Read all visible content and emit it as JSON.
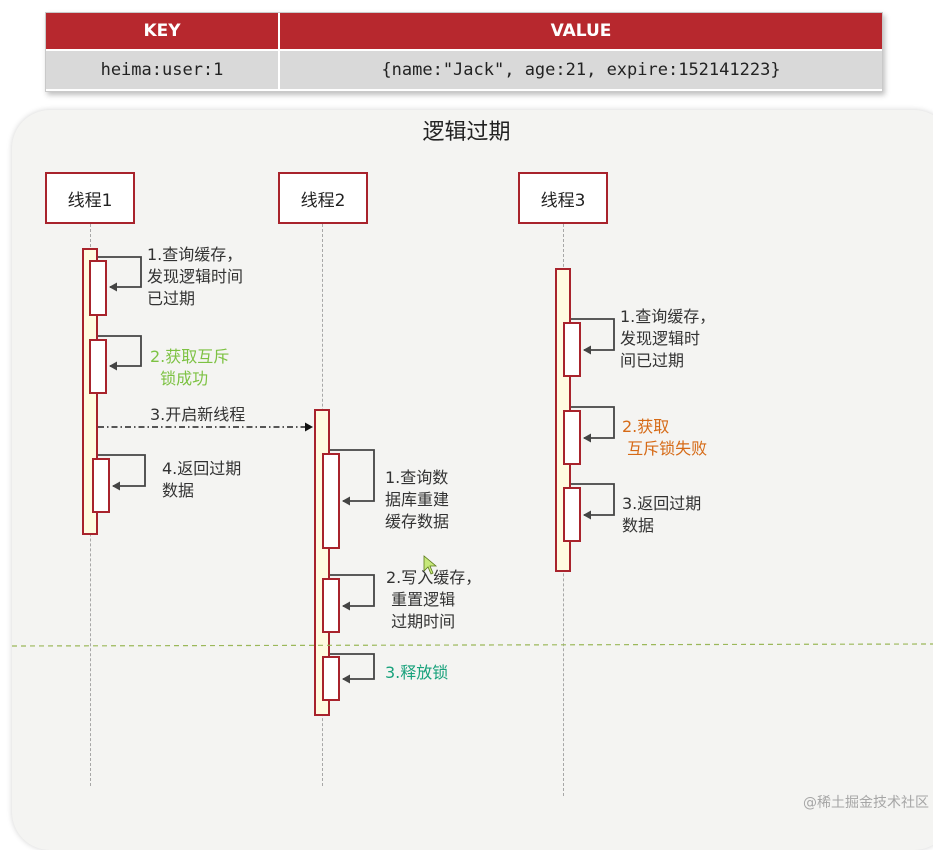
{
  "table": {
    "key_header": "KEY",
    "value_header": "VALUE",
    "key": "heima:user:1",
    "value": "{name:\"Jack\", age:21, expire:152141223}"
  },
  "panel_title": "逻辑过期",
  "threads": [
    "线程1",
    "线程2",
    "线程3"
  ],
  "thread1": {
    "step1": "1.查询缓存，\n发现逻辑时间\n已过期",
    "step2": "2.获取互斥\n  锁成功",
    "step3": "3.开启新线程",
    "step4": "4.返回过期\n数据"
  },
  "thread2": {
    "step1": "1.查询数\n据库重建\n缓存数据",
    "step2": "2.写入缓存，\n 重置逻辑\n 过期时间",
    "step3": "3.释放锁"
  },
  "thread3": {
    "step1": "1.查询缓存，\n发现逻辑时\n间已过期",
    "step2": "2.获取\n 互斥锁失败",
    "step3": "3.返回过期\n数据"
  },
  "colors": {
    "accent": "#b7282e",
    "success": "#7dc243",
    "fail": "#d66a16",
    "release": "#19a27c"
  },
  "watermark": "@稀土掘金技术社区"
}
